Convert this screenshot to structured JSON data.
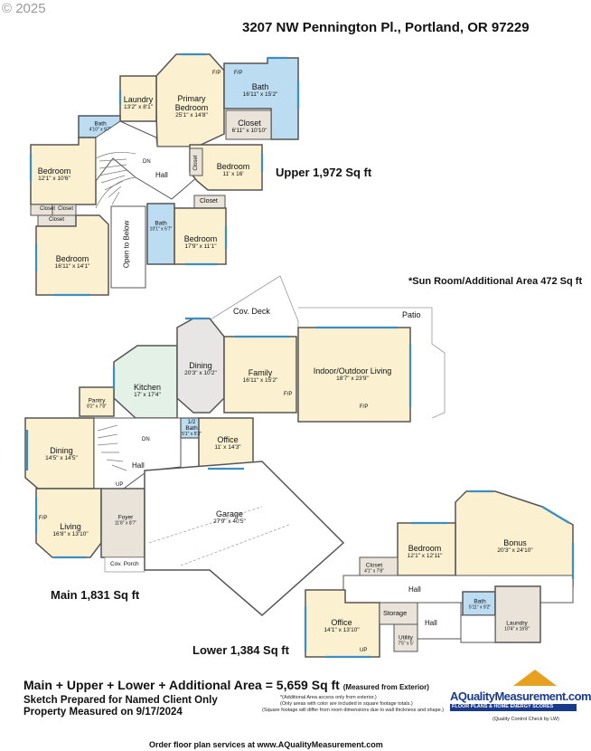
{
  "copyright": "© 2025",
  "address": "3207 NW Pennington Pl., Portland, OR 97229",
  "floors": {
    "upper": "Upper  1,972 Sq ft",
    "main": "Main  1,831 Sq ft",
    "lower": "Lower  1,384 Sq ft"
  },
  "sunroom_note": "*Sun Room/Additional Area  472 Sq ft",
  "rooms": {
    "laundry_up": {
      "name": "Laundry",
      "dim": "13'2\" x 8'1\""
    },
    "primary": {
      "name": "Primary\nBedroom",
      "dim": "25'1\" x 14'8\""
    },
    "bath_primary": {
      "name": "Bath",
      "dim": "16'11\" x 15'2\""
    },
    "closet_primary": {
      "name": "Closet",
      "dim": "6'11\" x 10'10\""
    },
    "bath_up1": {
      "name": "Bath",
      "dim": "4'10\" x 9'7\""
    },
    "bedroom_up_left": {
      "name": "Bedroom",
      "dim": "12'1\" x 10'6\""
    },
    "bedroom_up_mid": {
      "name": "Bedroom",
      "dim": "11' x 16'"
    },
    "bedroom_up_low": {
      "name": "Bedroom",
      "dim": "16'11\" x 14'1\""
    },
    "bedroom_up_right": {
      "name": "Bedroom",
      "dim": "17'9\" x 11'1\""
    },
    "bath_up2": {
      "name": "Bath",
      "dim": "10'1\" x 5'7\""
    },
    "kitchen": {
      "name": "Kitchen",
      "dim": "17' x 17'4\""
    },
    "dining_main": {
      "name": "Dining",
      "dim": "20'3\" x 10'2\""
    },
    "family": {
      "name": "Family",
      "dim": "16'11\" x 15'2\""
    },
    "indoor_outdoor": {
      "name": "Indoor/Outdoor Living",
      "dim": "18'7\" x 23'9\""
    },
    "pantry": {
      "name": "Pantry",
      "dim": "8'2\" x 7'8\""
    },
    "dining_left": {
      "name": "Dining",
      "dim": "14'5\" x 14'5\""
    },
    "half_bath": {
      "name": "1/2\nBath",
      "dim": "5'1\" x 5'3\""
    },
    "office_main": {
      "name": "Office",
      "dim": "11' x 14'3\""
    },
    "living": {
      "name": "Living",
      "dim": "16'8\" x 13'10\""
    },
    "foyer": {
      "name": "Foyer",
      "dim": "11'8\" x 8'7\""
    },
    "garage": {
      "name": "Garage",
      "dim": "27'9\" x 40'5\""
    },
    "bonus": {
      "name": "Bonus",
      "dim": "20'3\" x 24'10\""
    },
    "bedroom_low": {
      "name": "Bedroom",
      "dim": "12'1\" x 12'11\""
    },
    "closet_low": {
      "name": "Closet",
      "dim": "4'1\" x 7'8\""
    },
    "office_low": {
      "name": "Office",
      "dim": "14'1\" x 13'10\""
    },
    "bath_low": {
      "name": "Bath",
      "dim": "5'11\" x 9'2\""
    },
    "laundry_low": {
      "name": "Laundry",
      "dim": "10'4\" x 16'8\""
    },
    "utility": {
      "name": "Utility",
      "dim": "7'5\" x 5'"
    }
  },
  "labels": {
    "hall": "Hall",
    "dn": "DN",
    "up": "UP",
    "closet": "Closet",
    "fp": "F/P",
    "open_below": "Open to Below",
    "cov_deck": "Cov. Deck",
    "patio": "Patio",
    "cov_porch": "Cov. Porch",
    "storage": "Storage"
  },
  "totals": {
    "main_line": "Main + Upper + Lower + Additional Area = 5,659 Sq ft",
    "measured": "(Measured from Exterior)",
    "sketch": "Sketch Prepared for Named Client Only",
    "measured_on": "Property Measured on 9/17/2024",
    "note1": "*(Additional Area access only from exterior.)",
    "note2": "(Only areas with color are included in square footage totals.)",
    "note3": "(Square footage will differ from room dimensions due to wall thickness and shape.)",
    "quality": "(Quality Control Check by LW)",
    "order": "Order floor plan services at www.AQualityMeasurement.com"
  },
  "logo": {
    "name": "AQualityMeasurement.com",
    "tag": "FLOOR PLANS & HOME ENERGY SCORES"
  },
  "colors": {
    "bedroom": "#fbf0cf",
    "bath": "#bcdcf2",
    "closet": "#e9e3da",
    "kitchen": "#e3f1e6",
    "dining": "#e8e6e4",
    "garage": "#ffffff",
    "window": "#3a8ec6"
  }
}
